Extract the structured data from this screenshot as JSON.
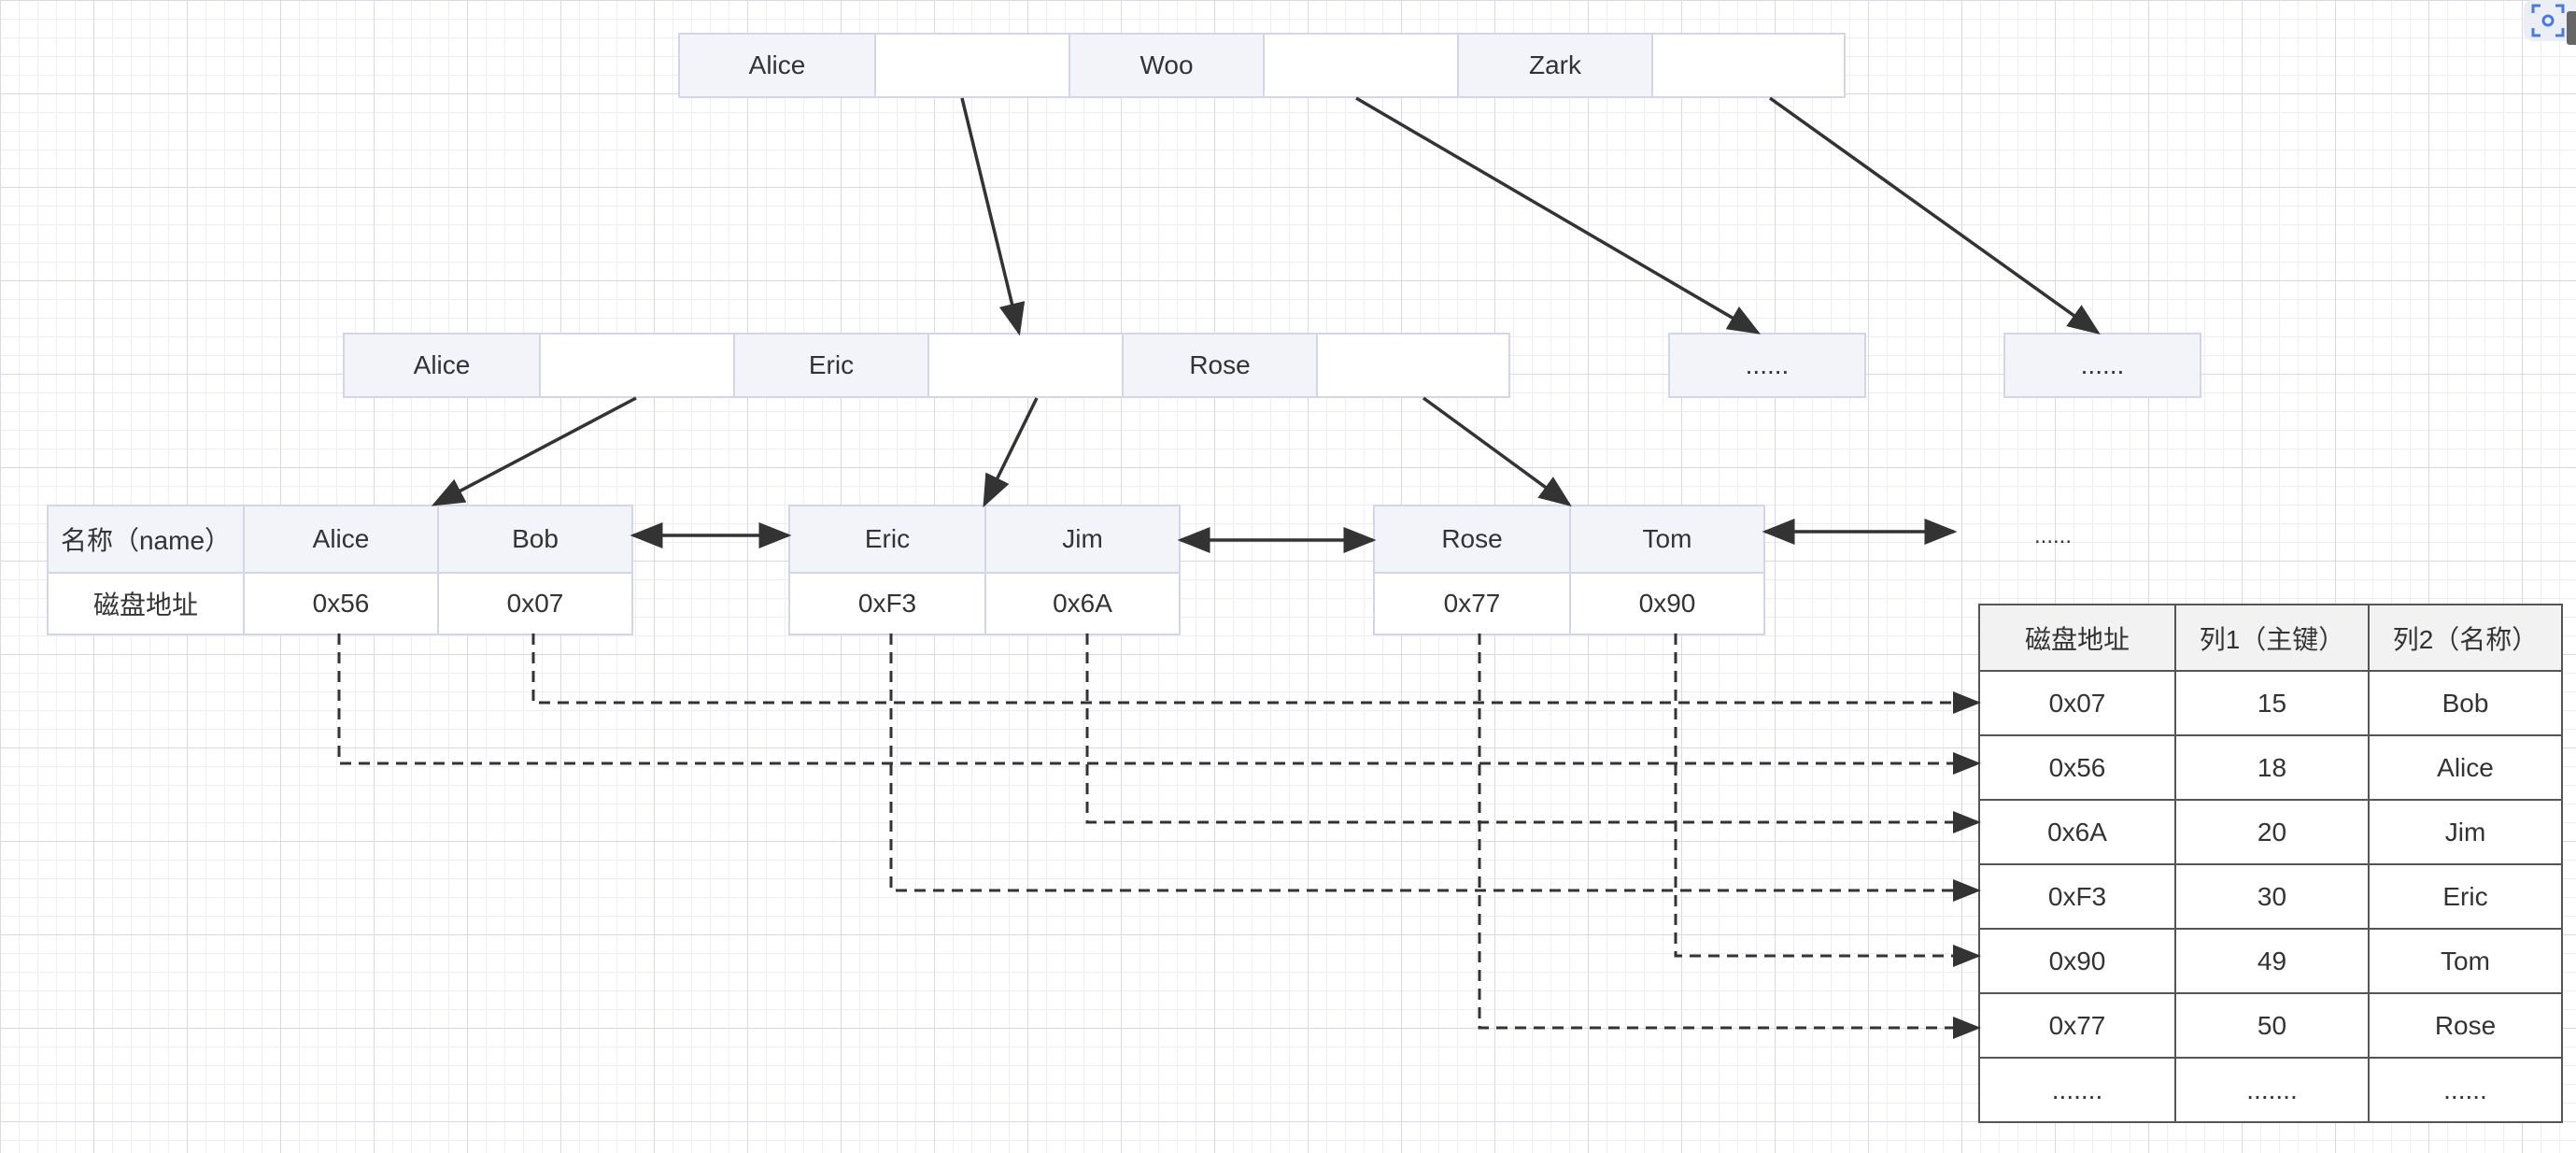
{
  "root": {
    "keys": [
      "Alice",
      "Woo",
      "Zark"
    ]
  },
  "internal": {
    "keys": [
      "Alice",
      "Eric",
      "Rose"
    ]
  },
  "ellipsis_nodes": [
    "......",
    "......"
  ],
  "leaf_1": {
    "header_label": "名称（name）",
    "address_label": "磁盘地址",
    "names": [
      "Alice",
      "Bob"
    ],
    "addresses": [
      "0x56",
      "0x07"
    ]
  },
  "leaf_2": {
    "names": [
      "Eric",
      "Jim"
    ],
    "addresses": [
      "0xF3",
      "0x6A"
    ]
  },
  "leaf_3": {
    "names": [
      "Rose",
      "Tom"
    ],
    "addresses": [
      "0x77",
      "0x90"
    ]
  },
  "leaf_more": "......",
  "table": {
    "headers": [
      "磁盘地址",
      "列1（主键）",
      "列2（名称）"
    ],
    "rows": [
      [
        "0x07",
        "15",
        "Bob"
      ],
      [
        "0x56",
        "18",
        "Alice"
      ],
      [
        "0x6A",
        "20",
        "Jim"
      ],
      [
        "0xF3",
        "30",
        "Eric"
      ],
      [
        "0x90",
        "49",
        "Tom"
      ],
      [
        "0x77",
        "50",
        "Rose"
      ],
      [
        ".......",
        ".......",
        "......"
      ]
    ]
  },
  "colors": {
    "node_border": "#d3d6e8",
    "key_fill": "#f3f4fa",
    "arrow": "#333333",
    "table_border": "#555555"
  }
}
